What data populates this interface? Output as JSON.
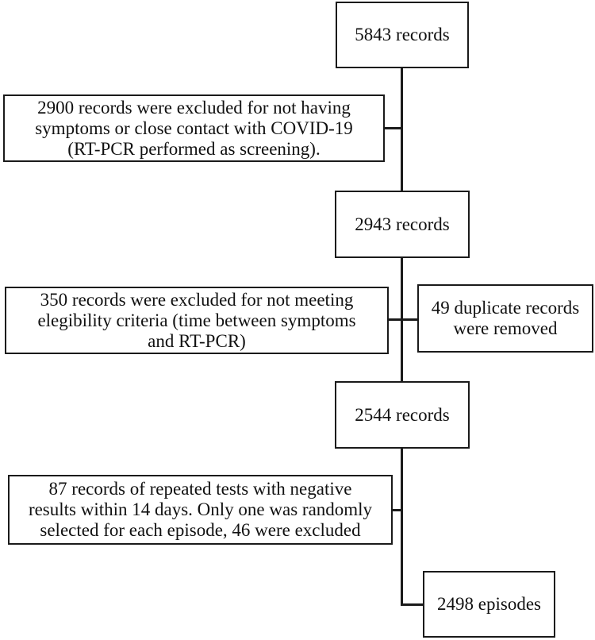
{
  "flowchart": {
    "main_boxes": [
      {
        "id": "records-initial",
        "lines": [
          "5843 records"
        ]
      },
      {
        "id": "records-after-screening",
        "lines": [
          "2943 records"
        ]
      },
      {
        "id": "records-after-eligibility",
        "lines": [
          "2544 records"
        ]
      },
      {
        "id": "episodes-final",
        "lines": [
          "2498 episodes"
        ]
      }
    ],
    "exclusion_boxes": [
      {
        "id": "exclusion-screening",
        "lines": [
          "2900 records were excluded  for not having",
          "symptoms or close contact with COVID-19",
          "(RT-PCR performed as screening)."
        ]
      },
      {
        "id": "exclusion-eligibility",
        "lines": [
          "350 records were excluded for not meeting",
          "elegibility criteria (time between symptoms",
          "and RT-PCR)"
        ]
      },
      {
        "id": "duplicates-removed",
        "lines": [
          "49 duplicate records",
          "were removed"
        ]
      },
      {
        "id": "exclusion-repeated-tests",
        "lines": [
          "87 records of repeated tests with negative",
          "results within 14 days. Only one was randomly",
          "selected for each episode, 46 were excluded"
        ]
      }
    ]
  }
}
